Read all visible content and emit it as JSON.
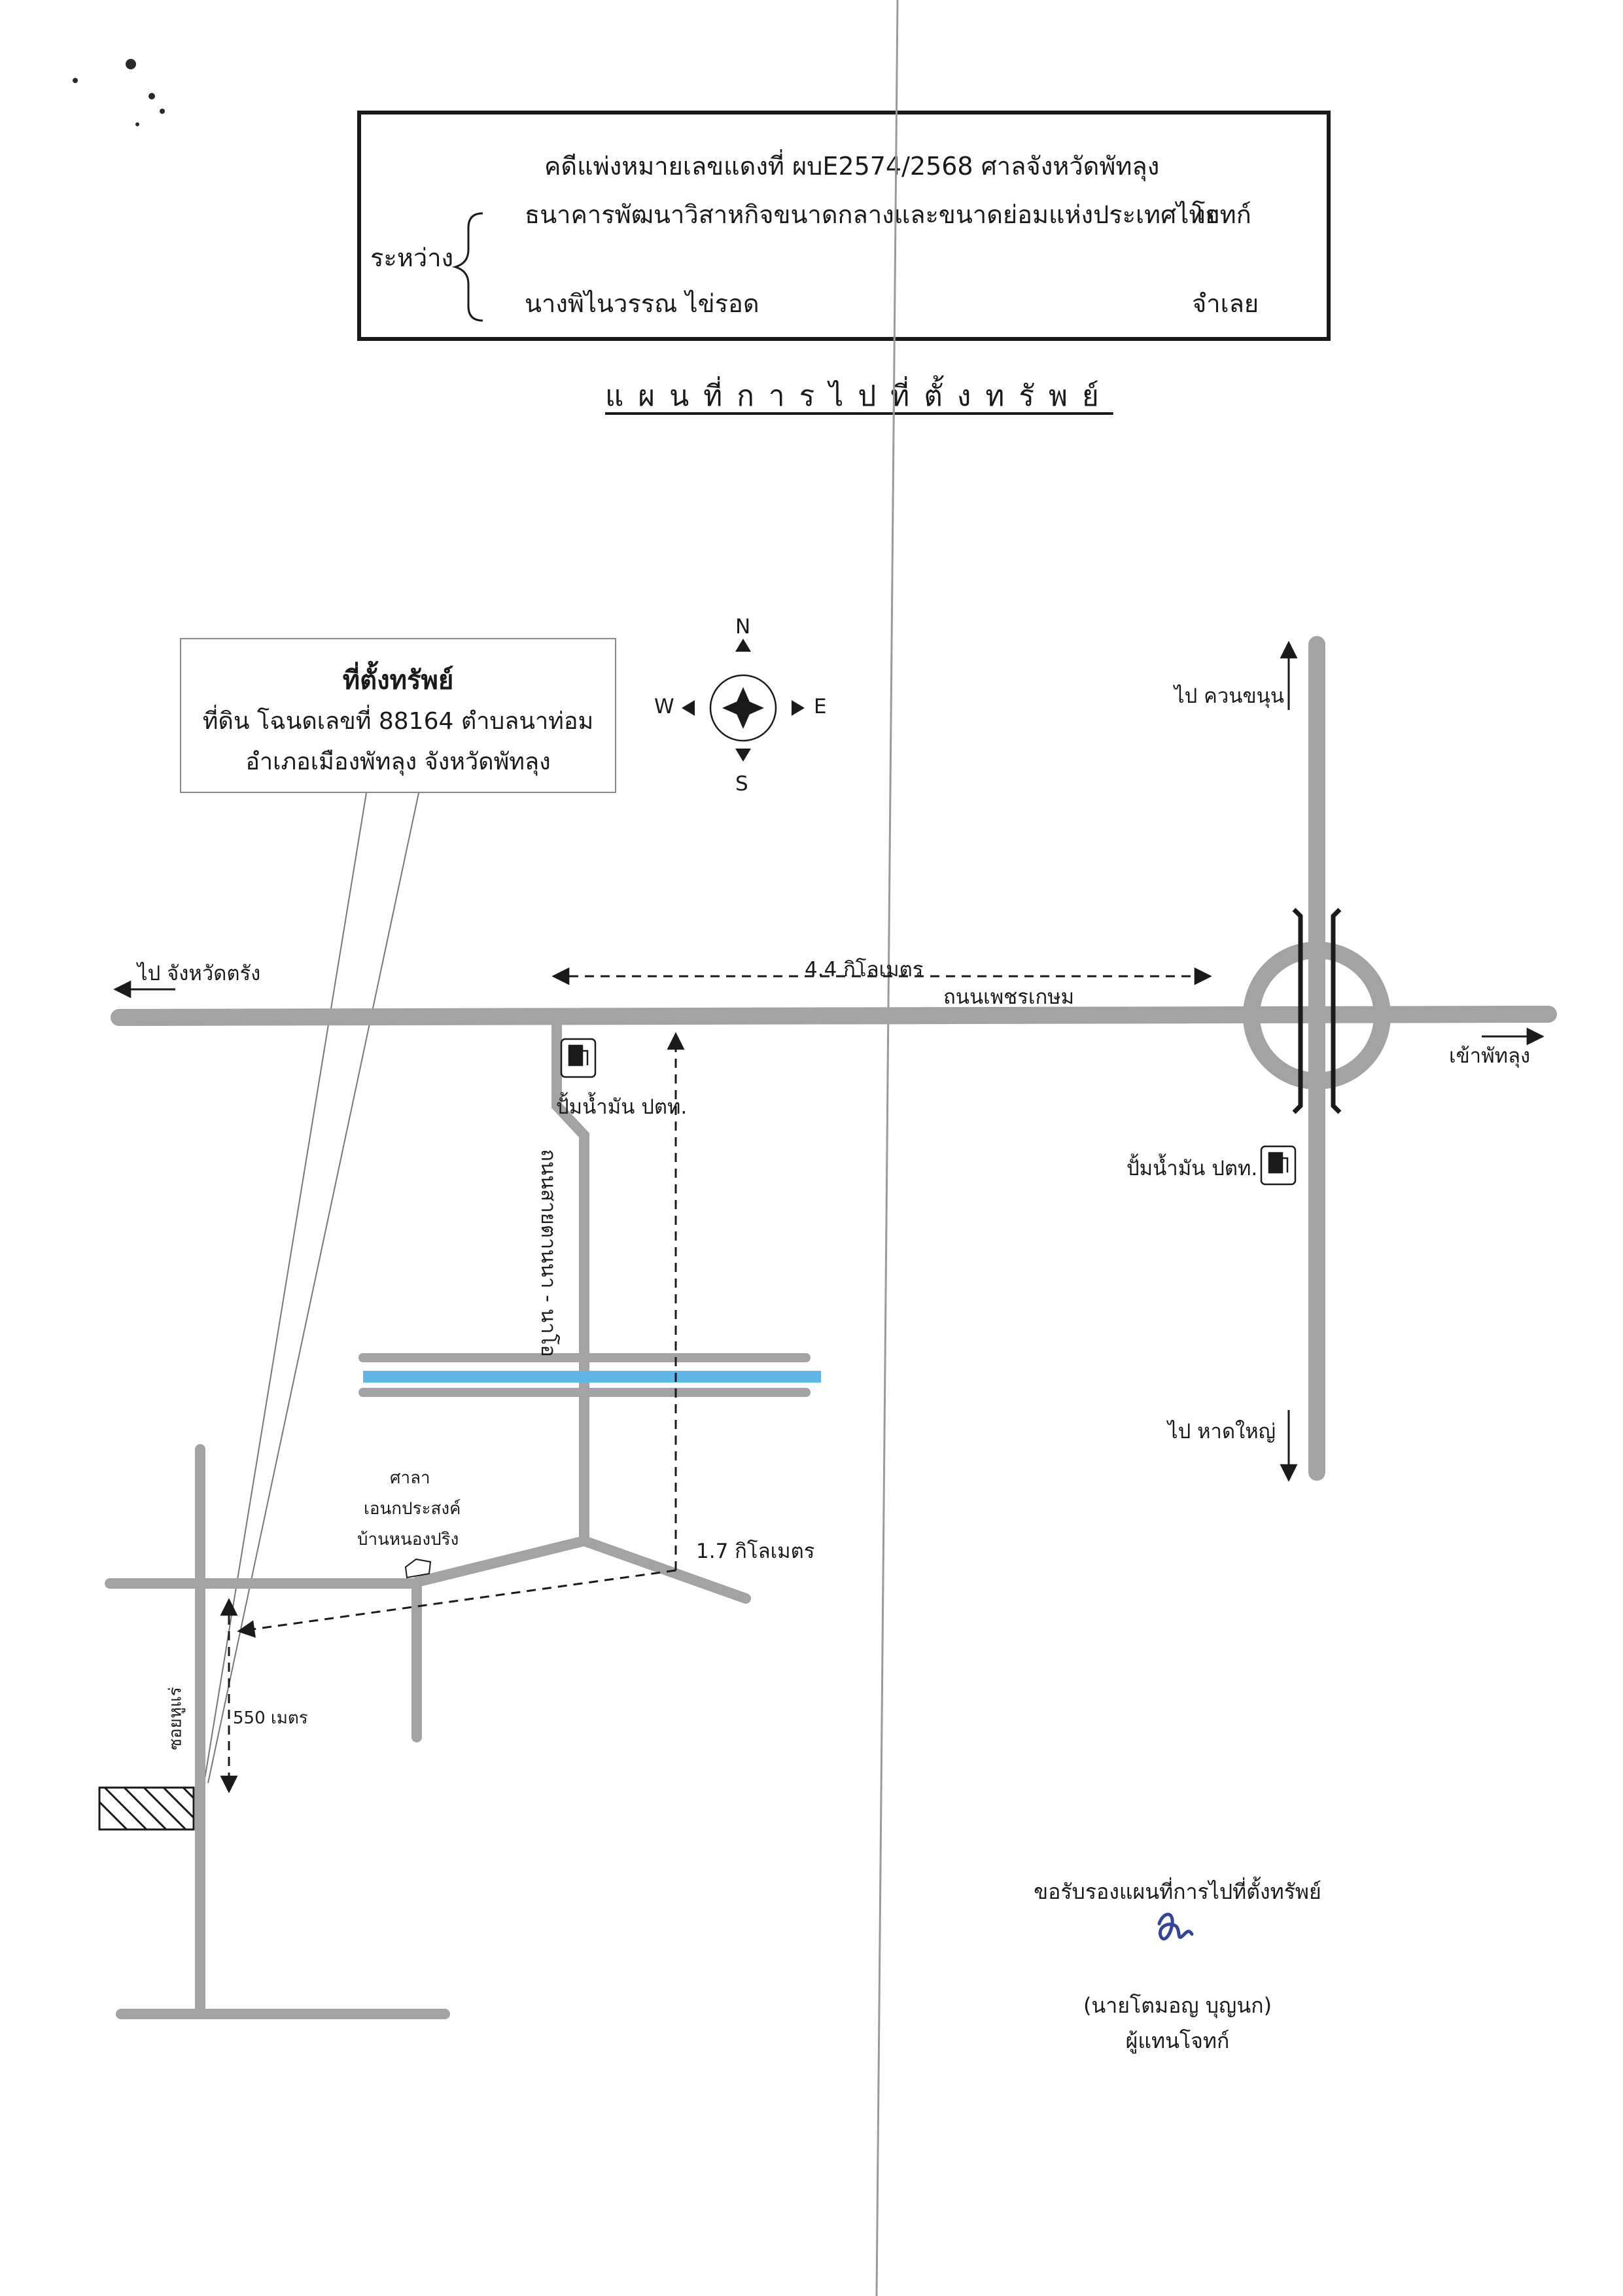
{
  "header": {
    "case_line": "คดีแพ่งหมายเลขแดงที่  ผบE2574/2568   ศาลจังหวัดพัทลุง",
    "between_label": "ระหว่าง",
    "plaintiff": "ธนาคารพัฒนาวิสาหกิจขนาดกลางและขนาดย่อมแห่งประเทศไทย",
    "plaintiff_role": "โจทก์",
    "defendant": "นางพิไนวรรณ  ไข่รอด",
    "defendant_role": "จำเลย"
  },
  "map_title": "แผนที่การไปที่ตั้งทรัพย์",
  "property_box": {
    "heading": "ที่ตั้งทรัพย์",
    "line1": "ที่ดิน โฉนดเลขที่ 88164 ตำบลนาท่อม",
    "line2": "อำเภอเมืองพัทลุง จังหวัดพัทลุง"
  },
  "compass": {
    "north": "N",
    "south": "S",
    "east": "E",
    "west": "W"
  },
  "labels": {
    "to_trang": "ไป จังหวัดตรัง",
    "to_khuan_khanun": "ไป ควนขนุน",
    "to_phatthalung": "เข้าพัทลุง",
    "to_hat_yai": "ไป หาดใหญ่",
    "distance_main": "4.4 กิโลเมตร",
    "phetkasem_road": "ถนนเพชรเกษม",
    "gas_station_1": "ปั้มน้ำมัน ปตท.",
    "gas_station_2": "ปั้มน้ำมัน ปตท.",
    "road_danna": "ถนนสายตานนา - นาโอ",
    "shrine_line1": "ศาลา",
    "shrine_line2": "เอนกประสงค์",
    "shrine_line3": "บ้านหนองปริง",
    "distance_mid": "1.7 กิโลเมตร",
    "distance_soi": "550 เมตร",
    "soi": "ซอยหูแร่"
  },
  "signature": {
    "certify": "ขอรับรองแผนที่การไปที่ตั้งทรัพย์",
    "name": "(นายโตมอญ    บุญนก)",
    "role": "ผู้แทนโจทก์"
  },
  "colors": {
    "road": "#a3a3a3",
    "river": "#5fb6e8",
    "text": "#1a1a1a"
  }
}
